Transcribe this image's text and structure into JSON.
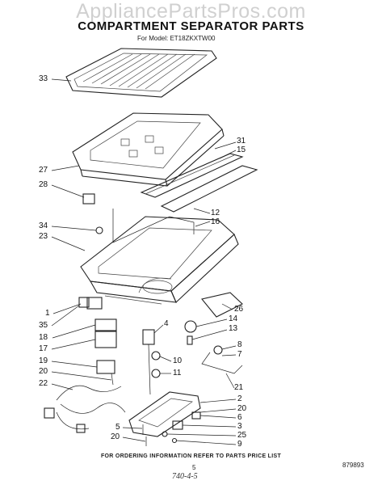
{
  "watermark": "AppliancePartsPros.com",
  "title": "COMPARTMENT SEPARATOR PARTS",
  "model_line": "For Model: ET18ZKXTW00",
  "labels": [
    "33",
    "31",
    "15",
    "27",
    "28",
    "12",
    "16",
    "34",
    "23",
    "26",
    "1",
    "14",
    "13",
    "35",
    "4",
    "18",
    "8",
    "7",
    "17",
    "10",
    "11",
    "19",
    "20",
    "21",
    "22",
    "2",
    "20",
    "6",
    "3",
    "25",
    "9",
    "5",
    "20"
  ],
  "footer": "FOR ORDERING INFORMATION REFER TO PARTS PRICE LIST",
  "page_number": "5",
  "handwritten_note": "740-4-5",
  "drawing_code": "879893"
}
